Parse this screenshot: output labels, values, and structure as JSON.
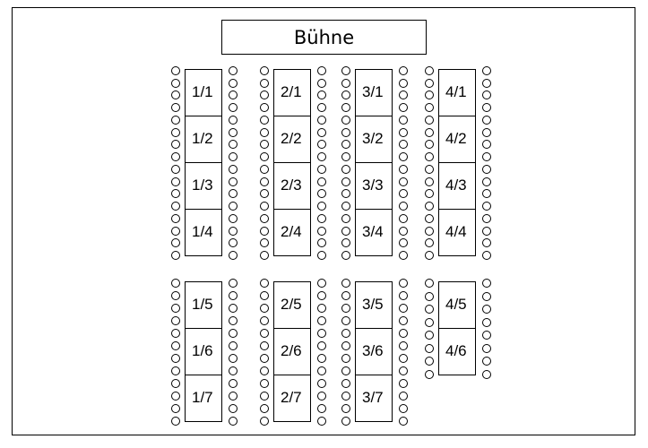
{
  "stage": {
    "label": "Bühne"
  },
  "tables": [
    [
      "1/1",
      "1/2",
      "1/3",
      "1/4",
      "1/5",
      "1/6",
      "1/7"
    ],
    [
      "2/1",
      "2/2",
      "2/3",
      "2/4",
      "2/5",
      "2/6",
      "2/7"
    ],
    [
      "3/1",
      "3/2",
      "3/3",
      "3/4",
      "3/5",
      "3/6",
      "3/7"
    ],
    [
      "4/1",
      "4/2",
      "4/3",
      "4/4",
      "4/5",
      "4/6"
    ]
  ]
}
